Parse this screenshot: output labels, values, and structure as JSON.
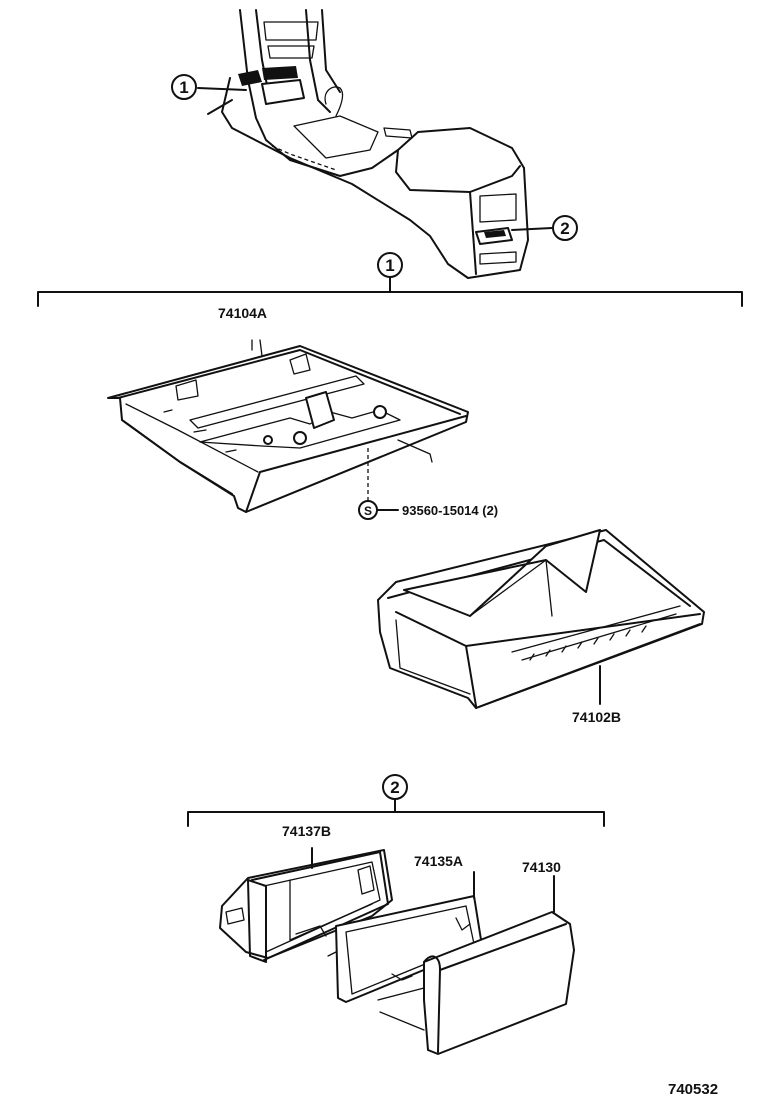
{
  "callouts": {
    "ref1": "1",
    "ref2": "2",
    "group1": "1",
    "group2": "2",
    "screw_symbol": "S"
  },
  "parts": {
    "bracket": "74104A",
    "screw": "93560-15014 (2)",
    "box": "74102B",
    "housing": "74137B",
    "frame": "74135A",
    "lid": "74130"
  },
  "diagram_id": "740532"
}
